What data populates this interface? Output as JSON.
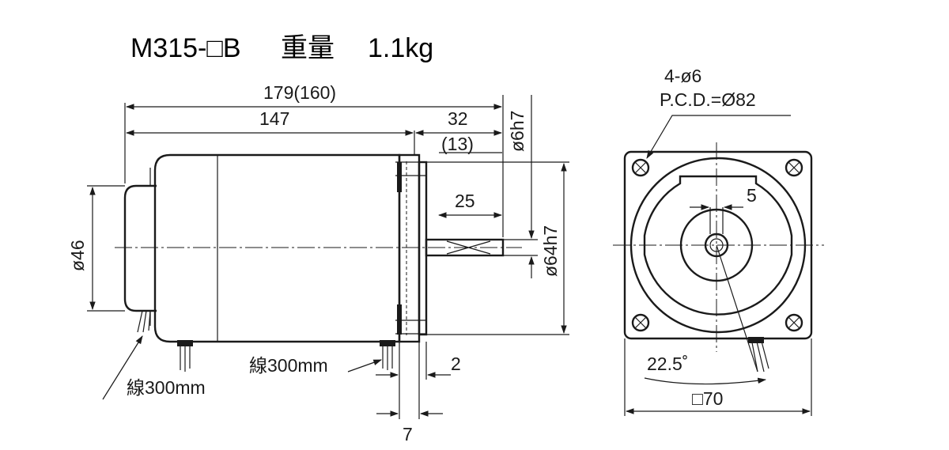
{
  "title": {
    "model": "M315-□B",
    "weight_label": "重量",
    "weight_value": "1.1kg"
  },
  "side_view": {
    "overall_length": "179(160)",
    "body_length": "147",
    "shaft_length": "32",
    "shaft_length_alt": "(13)",
    "shaft_key_length": "25",
    "shaft_diameter": "ø6h7",
    "pilot_diameter": "ø64h7",
    "rear_cap_diameter": "ø46",
    "flange_offset": "2",
    "flange_thickness": "7",
    "lead_wire_bottom": "線300mm",
    "lead_wire_rear": "線300mm"
  },
  "front_view": {
    "mount_holes": "4-ø6",
    "pcd": "P.C.D.=Ø82",
    "key_width": "5",
    "angle": "22.5˚",
    "square_size": "□70"
  }
}
